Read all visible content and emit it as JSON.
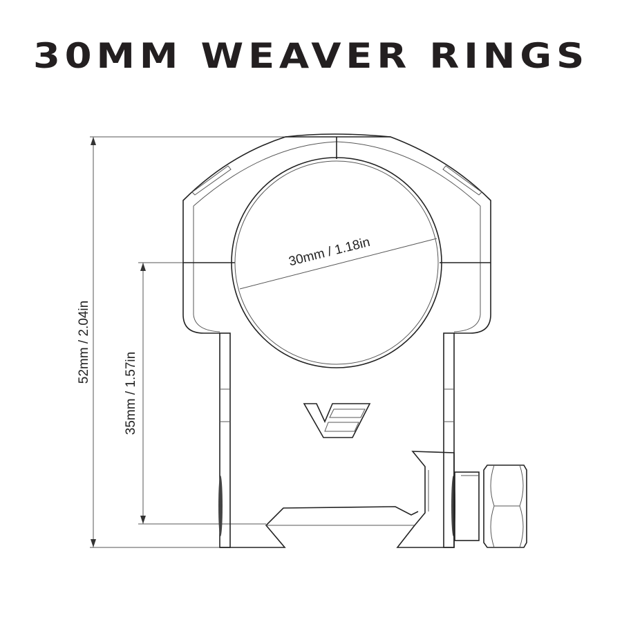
{
  "title": "30MM WEAVER RINGS",
  "dimensions": {
    "total_height": "52mm /  2.04in",
    "center_height": "35mm / 1.57in",
    "tube_diameter": "30mm / 1.18in"
  },
  "logo": "VE",
  "colors": {
    "ink": "#231f20",
    "background": "#ffffff"
  }
}
